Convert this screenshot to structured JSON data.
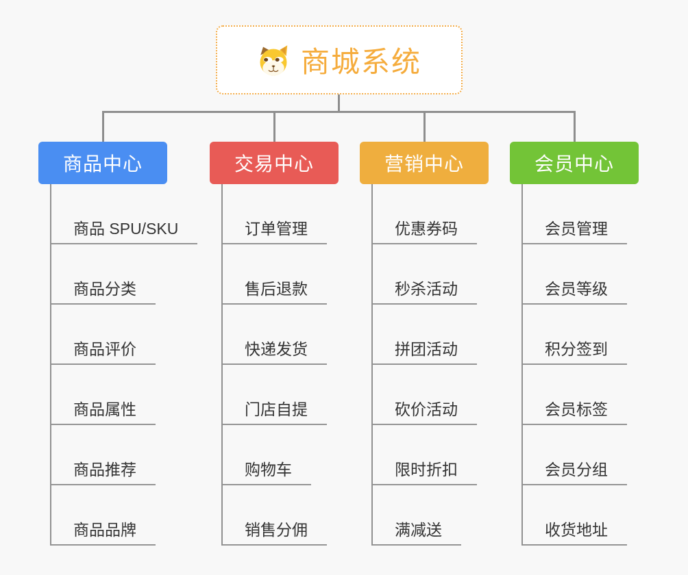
{
  "page": {
    "background": "#F8F8F8",
    "connector_color": "#8E8E8E",
    "underline_color": "#949494"
  },
  "root": {
    "title": "商城系统",
    "icon": "shiba-dog-icon",
    "text_color": "#F5AC3D",
    "border_color": "#F4AD49"
  },
  "branches": [
    {
      "label": "商品中心",
      "color": "#4A8EF2",
      "items": [
        "商品 SPU/SKU",
        "商品分类",
        "商品评价",
        "商品属性",
        "商品推荐",
        "商品品牌"
      ]
    },
    {
      "label": "交易中心",
      "color": "#E85B56",
      "items": [
        "订单管理",
        "售后退款",
        "快递发货",
        "门店自提",
        "购物车",
        "销售分佣"
      ]
    },
    {
      "label": "营销中心",
      "color": "#EFAE3E",
      "items": [
        "优惠券码",
        "秒杀活动",
        "拼团活动",
        "砍价活动",
        "限时折扣",
        "满减送"
      ]
    },
    {
      "label": "会员中心",
      "color": "#73C437",
      "items": [
        "会员管理",
        "会员等级",
        "积分签到",
        "会员标签",
        "会员分组",
        "收货地址"
      ]
    }
  ]
}
